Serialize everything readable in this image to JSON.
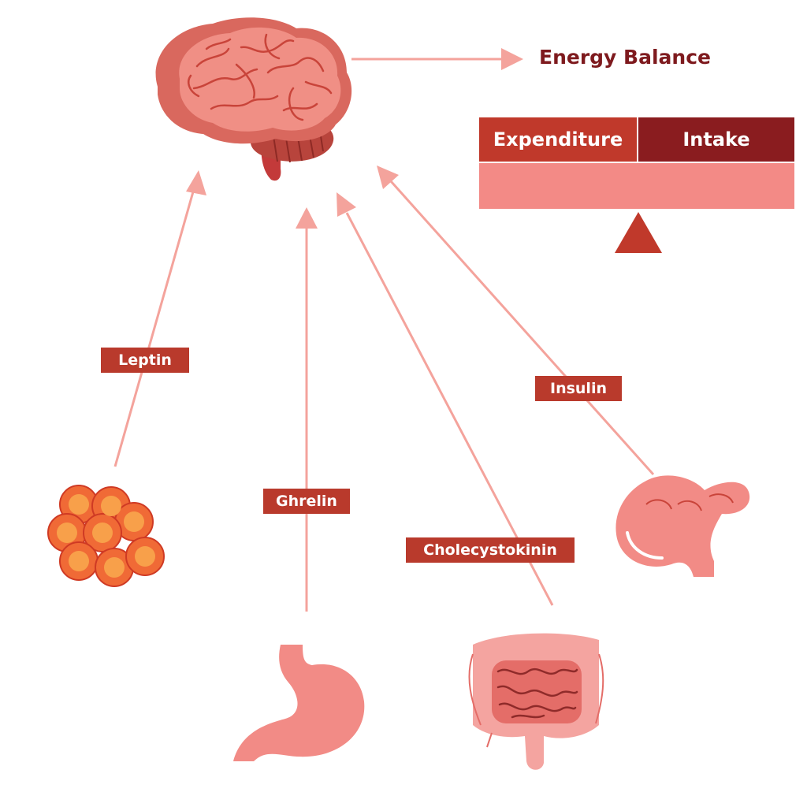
{
  "title": "Energy Balance",
  "scale": {
    "left_label": "Expenditure",
    "right_label": "Intake"
  },
  "hormones": {
    "leptin": "Leptin",
    "ghrelin": "Ghrelin",
    "cholecystokinin": "Cholecystokinin",
    "insulin": "Insulin"
  },
  "colors": {
    "arrow": "#f4a39c",
    "label_bg": "#b93a2c",
    "title": "#7e1a1e",
    "expenditure": "#c0392b",
    "intake": "#8a1c1f",
    "beam": "#f38a86",
    "fulcrum": "#c0392b"
  },
  "icons": [
    "brain-icon",
    "fat-cells-icon",
    "stomach-icon",
    "intestines-icon",
    "pancreas-icon"
  ]
}
